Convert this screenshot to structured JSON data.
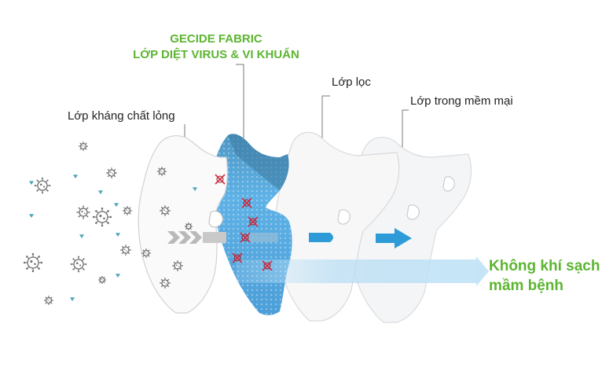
{
  "title": {
    "line1": "GECIDE FABRIC",
    "line2": "LỚP DIỆT VIRUS & VI KHUẨN"
  },
  "layers": [
    {
      "label": "Lớp kháng chất lỏng"
    },
    {
      "label": "Lớp lọc"
    },
    {
      "label": "Lớp trong mềm mại"
    }
  ],
  "result": {
    "line1": "Không khí sạch",
    "line2": "mầm bệnh"
  },
  "colors": {
    "accent_green": "#5cb531",
    "layer_blue": "#5aa9dd",
    "arrow_blue": "#2d9bd8",
    "kill_mark_red": "#d9263a",
    "germ_gray": "#6f6f6f",
    "droplet_teal": "#4aa5b8",
    "label_text": "#222222"
  },
  "icons": [
    "germ-icon",
    "droplet-icon",
    "kill-mark-icon",
    "flow-arrow-icon"
  ]
}
